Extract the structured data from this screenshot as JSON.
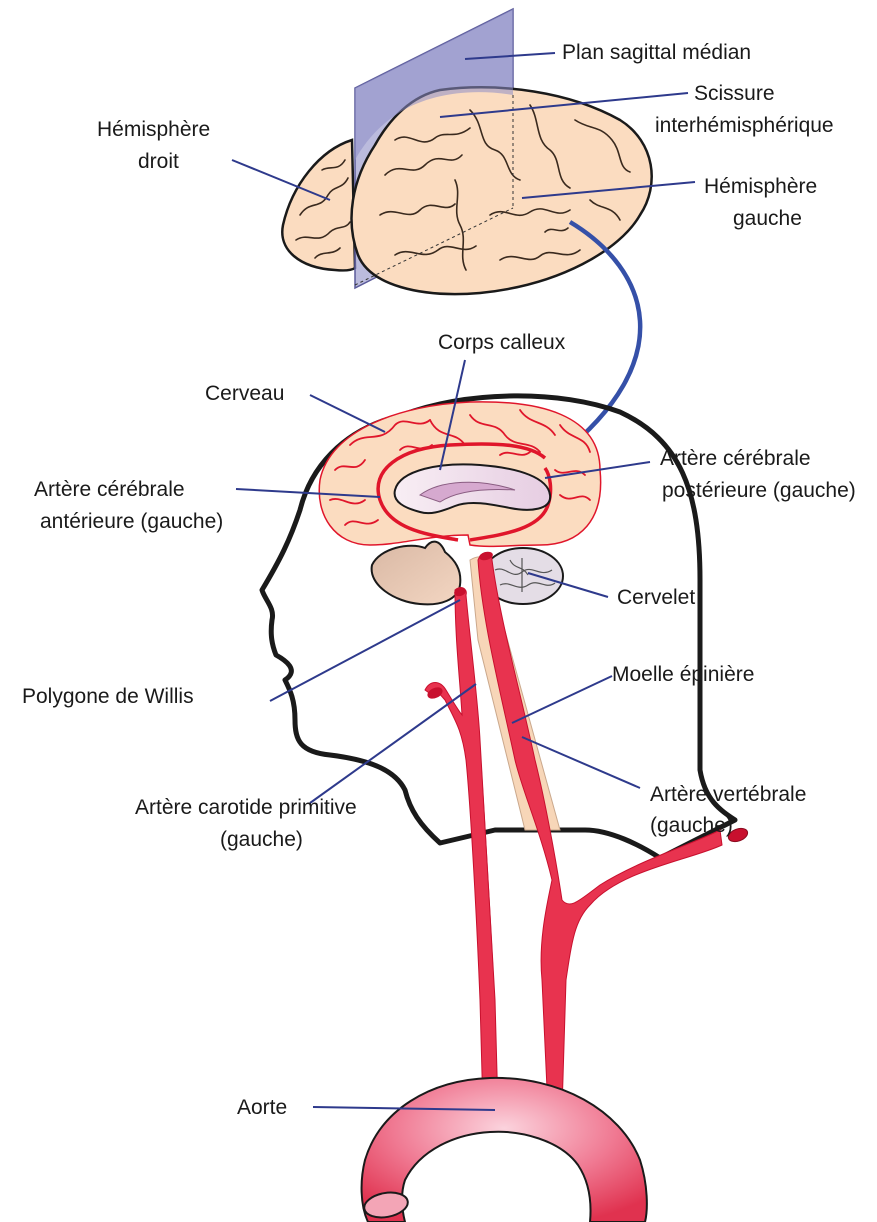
{
  "labels": {
    "plan_sagittal": "Plan sagittal médian",
    "scissure_1": "Scissure",
    "scissure_2": "interhémisphérique",
    "hemi_droit_1": "Hémisphère",
    "hemi_droit_2": "droit",
    "hemi_gauche_1": "Hémisphère",
    "hemi_gauche_2": "gauche",
    "corps_calleux": "Corps calleux",
    "cerveau": "Cerveau",
    "acp_1": "Artère cérébrale",
    "acp_2": "postérieure (gauche)",
    "aca_1": "Artère cérébrale",
    "aca_2": "antérieure (gauche)",
    "cervelet": "Cervelet",
    "polygone": "Polygone de Willis",
    "moelle": "Moelle épinière",
    "carotide_1": "Artère carotide primitive",
    "carotide_2": "(gauche)",
    "vertebrale_1": "Artère vertébrale",
    "vertebrale_2": "(gauche)",
    "aorte": "Aorte"
  },
  "colors": {
    "brain_fill": "#fbdcc0",
    "artery": "#e8334f",
    "artery_outline": "#e0162b",
    "leader_line": "#2e3a8c",
    "arrow": "#3550a8",
    "sagittal_plane": "#8e8ec6",
    "cerebellum": "#e4dde6",
    "brainstem": "#f7d6b8",
    "aorta": "#f07a93",
    "head_outline": "#1a1a1a"
  }
}
